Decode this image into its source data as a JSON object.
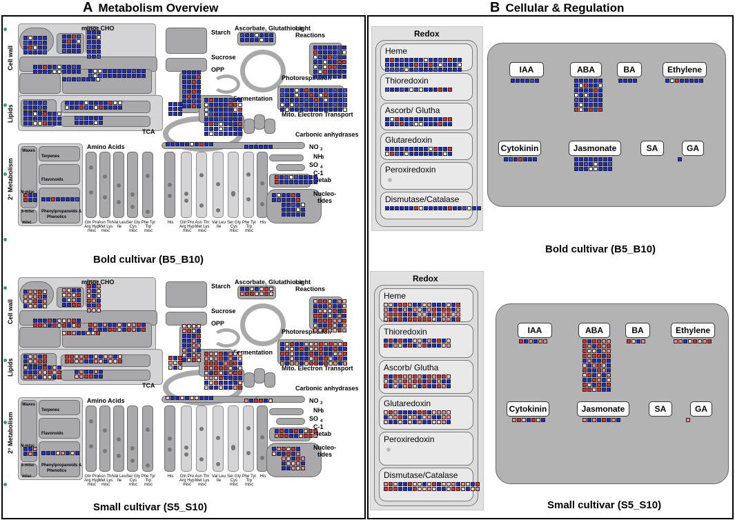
{
  "panelA": {
    "letter": "A",
    "title": "Metabolism Overview"
  },
  "panelB": {
    "letter": "B",
    "title": "Cellular & Regulation"
  },
  "metab": {
    "minor_cho": "minor CHO",
    "starch": "Starch",
    "sucrose": "Sucrose",
    "opp": "OPP",
    "asc_glut": "Ascorbate, Glutathione",
    "light": "Light",
    "reactions": "Reactions",
    "photoresp": "Photorespiration",
    "ferment": "Fermentation",
    "mito": "Mito. Electron Transport",
    "carbonic": "Carbonic anhydrases",
    "tca": "TCA",
    "amino": "Amino Acids",
    "no3": "NO",
    "no3_sub": "3",
    "nh3": "NH",
    "nh3_sub": "3",
    "so4": "SO",
    "so4_sub": "4",
    "c1": "C-1",
    "metab": "Metab",
    "nucleo1": "Nucleo-",
    "nucleo2": "tides",
    "cellwall": "Cell wall",
    "lipids": "Lipids",
    "secondary": "2° Metabolism",
    "waxes": "Waxes",
    "terpenes": "Terpenes",
    "flavonoids": "Flavonoids",
    "nmisc": "N-misc",
    "smisc": "S-misc",
    "phenyl1": "Phenylpropanoids &",
    "phenyl2": "Phenolics",
    "misc": "misc",
    "aa_labels": [
      "Gln Pro Arg Hyp misc",
      "Asn Thr Met Lys misc",
      "Val Leu Ile",
      "Ser Gly Cys misc",
      "Phe Tyr Trp misc",
      "His",
      "Gln Pro Arg Hyp misc",
      "Asn Thr Met Lys misc",
      "Val Leu Ile",
      "Ser Gly Cys misc",
      "Phe Tyr Trp misc",
      "His"
    ]
  },
  "captions": {
    "a_top": "Bold cultivar (B5_B10)",
    "a_bottom": "Small cultivar (S5_S10)",
    "b_top": "Bold cultivar (B5_B10)",
    "b_bottom": "Small cultivar (S5_S10)"
  },
  "redox": {
    "title": "Redox",
    "items": [
      "Heme",
      "Thioredoxin",
      "Ascorb/ Glutha",
      "Glutaredoxin",
      "Peroxiredoxin",
      "Dismutase/Catalase"
    ]
  },
  "hormones": {
    "row1": [
      "IAA",
      "ABA",
      "BA",
      "Ethylene"
    ],
    "row2": [
      "Cytokinin",
      "Jasmonate",
      "SA",
      "GA"
    ]
  },
  "colors": {
    "up": "#1a2be0",
    "down": "#e42a2a",
    "box": "#a9a9ab"
  }
}
